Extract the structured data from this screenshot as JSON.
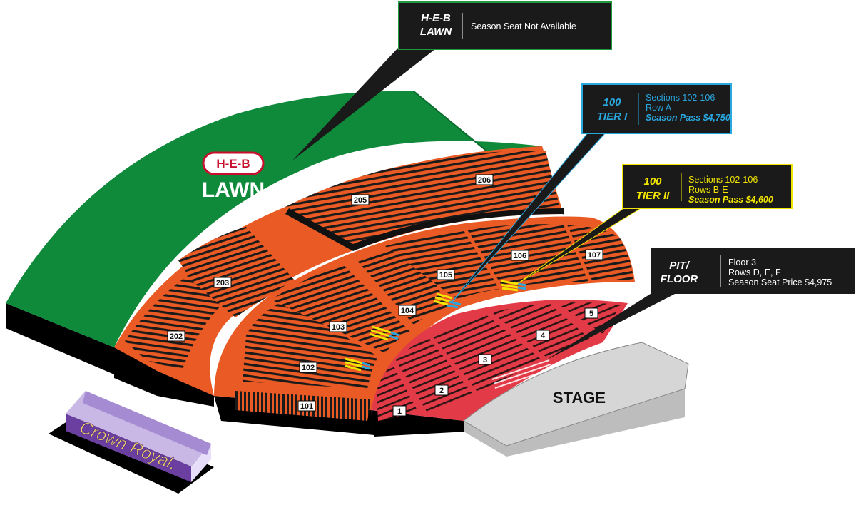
{
  "callouts": {
    "lawn": {
      "title_line1": "H-E-B",
      "title_line2": "LAWN",
      "line1": "Season Seat Not Available",
      "border": "#1f9a3c"
    },
    "tier1": {
      "title_line1": "100",
      "title_line2": "TIER I",
      "line1": "Sections 102-106",
      "line2": "Row A",
      "line3": "Season Pass  $4,750",
      "accent": "#29a8e0"
    },
    "tier2": {
      "title_line1": "100",
      "title_line2": "TIER II",
      "line1": "Sections 102-106",
      "line2": "Rows B-E",
      "line3": "Season Pass  $4,600",
      "accent": "#f2e600"
    },
    "pit": {
      "title_line1": "PIT/",
      "title_line2": "FLOOR",
      "line1": "Floor 3",
      "line2": "Rows D, E, F",
      "line3": "Season Seat Price $4,975"
    }
  },
  "lawn_logo": {
    "brand": "H-E-B",
    "text": "LAWN"
  },
  "sections": {
    "s1": "1",
    "s2": "2",
    "s3": "3",
    "s4": "4",
    "s5": "5",
    "s101": "101",
    "s102": "102",
    "s103": "103",
    "s104": "104",
    "s105": "105",
    "s106": "106",
    "s107": "107",
    "s202": "202",
    "s203": "203",
    "s205": "205",
    "s206": "206"
  },
  "stage_label": "STAGE",
  "sponsor_logo": "Crown Royal.",
  "colors": {
    "lawn": "#0f8a3b",
    "upper_seating": "#ea5a24",
    "pit": "#e23b47",
    "stage": "#d6d6d6",
    "tier1": "#29a8e0",
    "tier2": "#f2e600",
    "crown_royal": "#6b3fa0"
  }
}
